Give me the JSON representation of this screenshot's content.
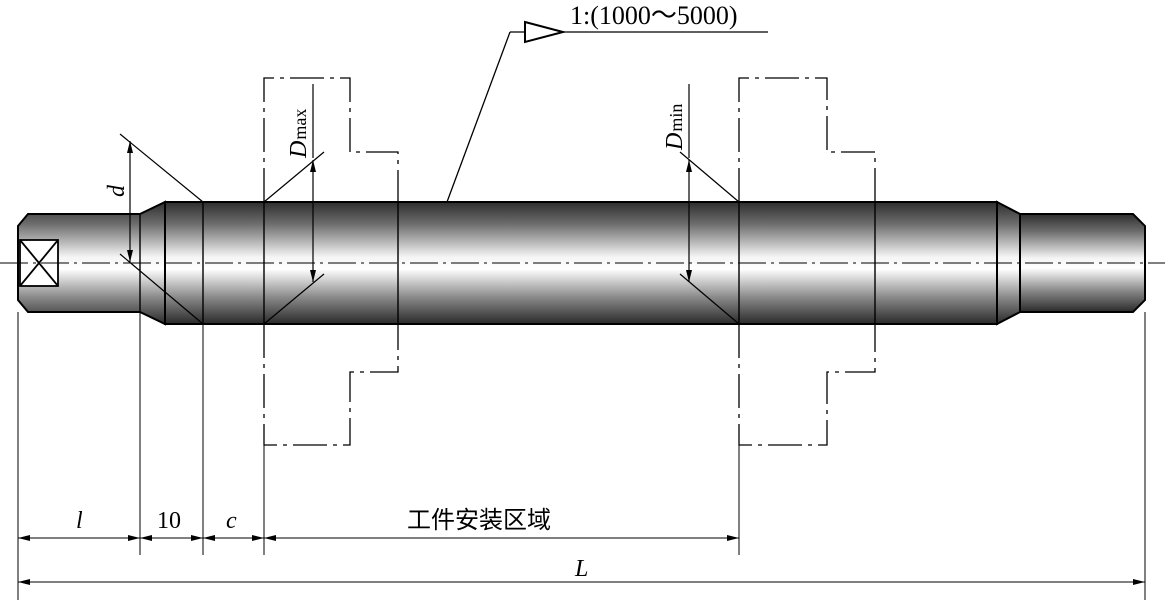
{
  "taper_note": {
    "ratio_text": "1:(1000～5000)"
  },
  "dimensions": {
    "l": "l",
    "ten": "10",
    "c": "c",
    "workpiece_area": "工件安装区域",
    "L": "L",
    "d": "d",
    "D_max_base": "D",
    "D_max_sub": "max",
    "D_min_base": "D",
    "D_min_sub": "min"
  }
}
